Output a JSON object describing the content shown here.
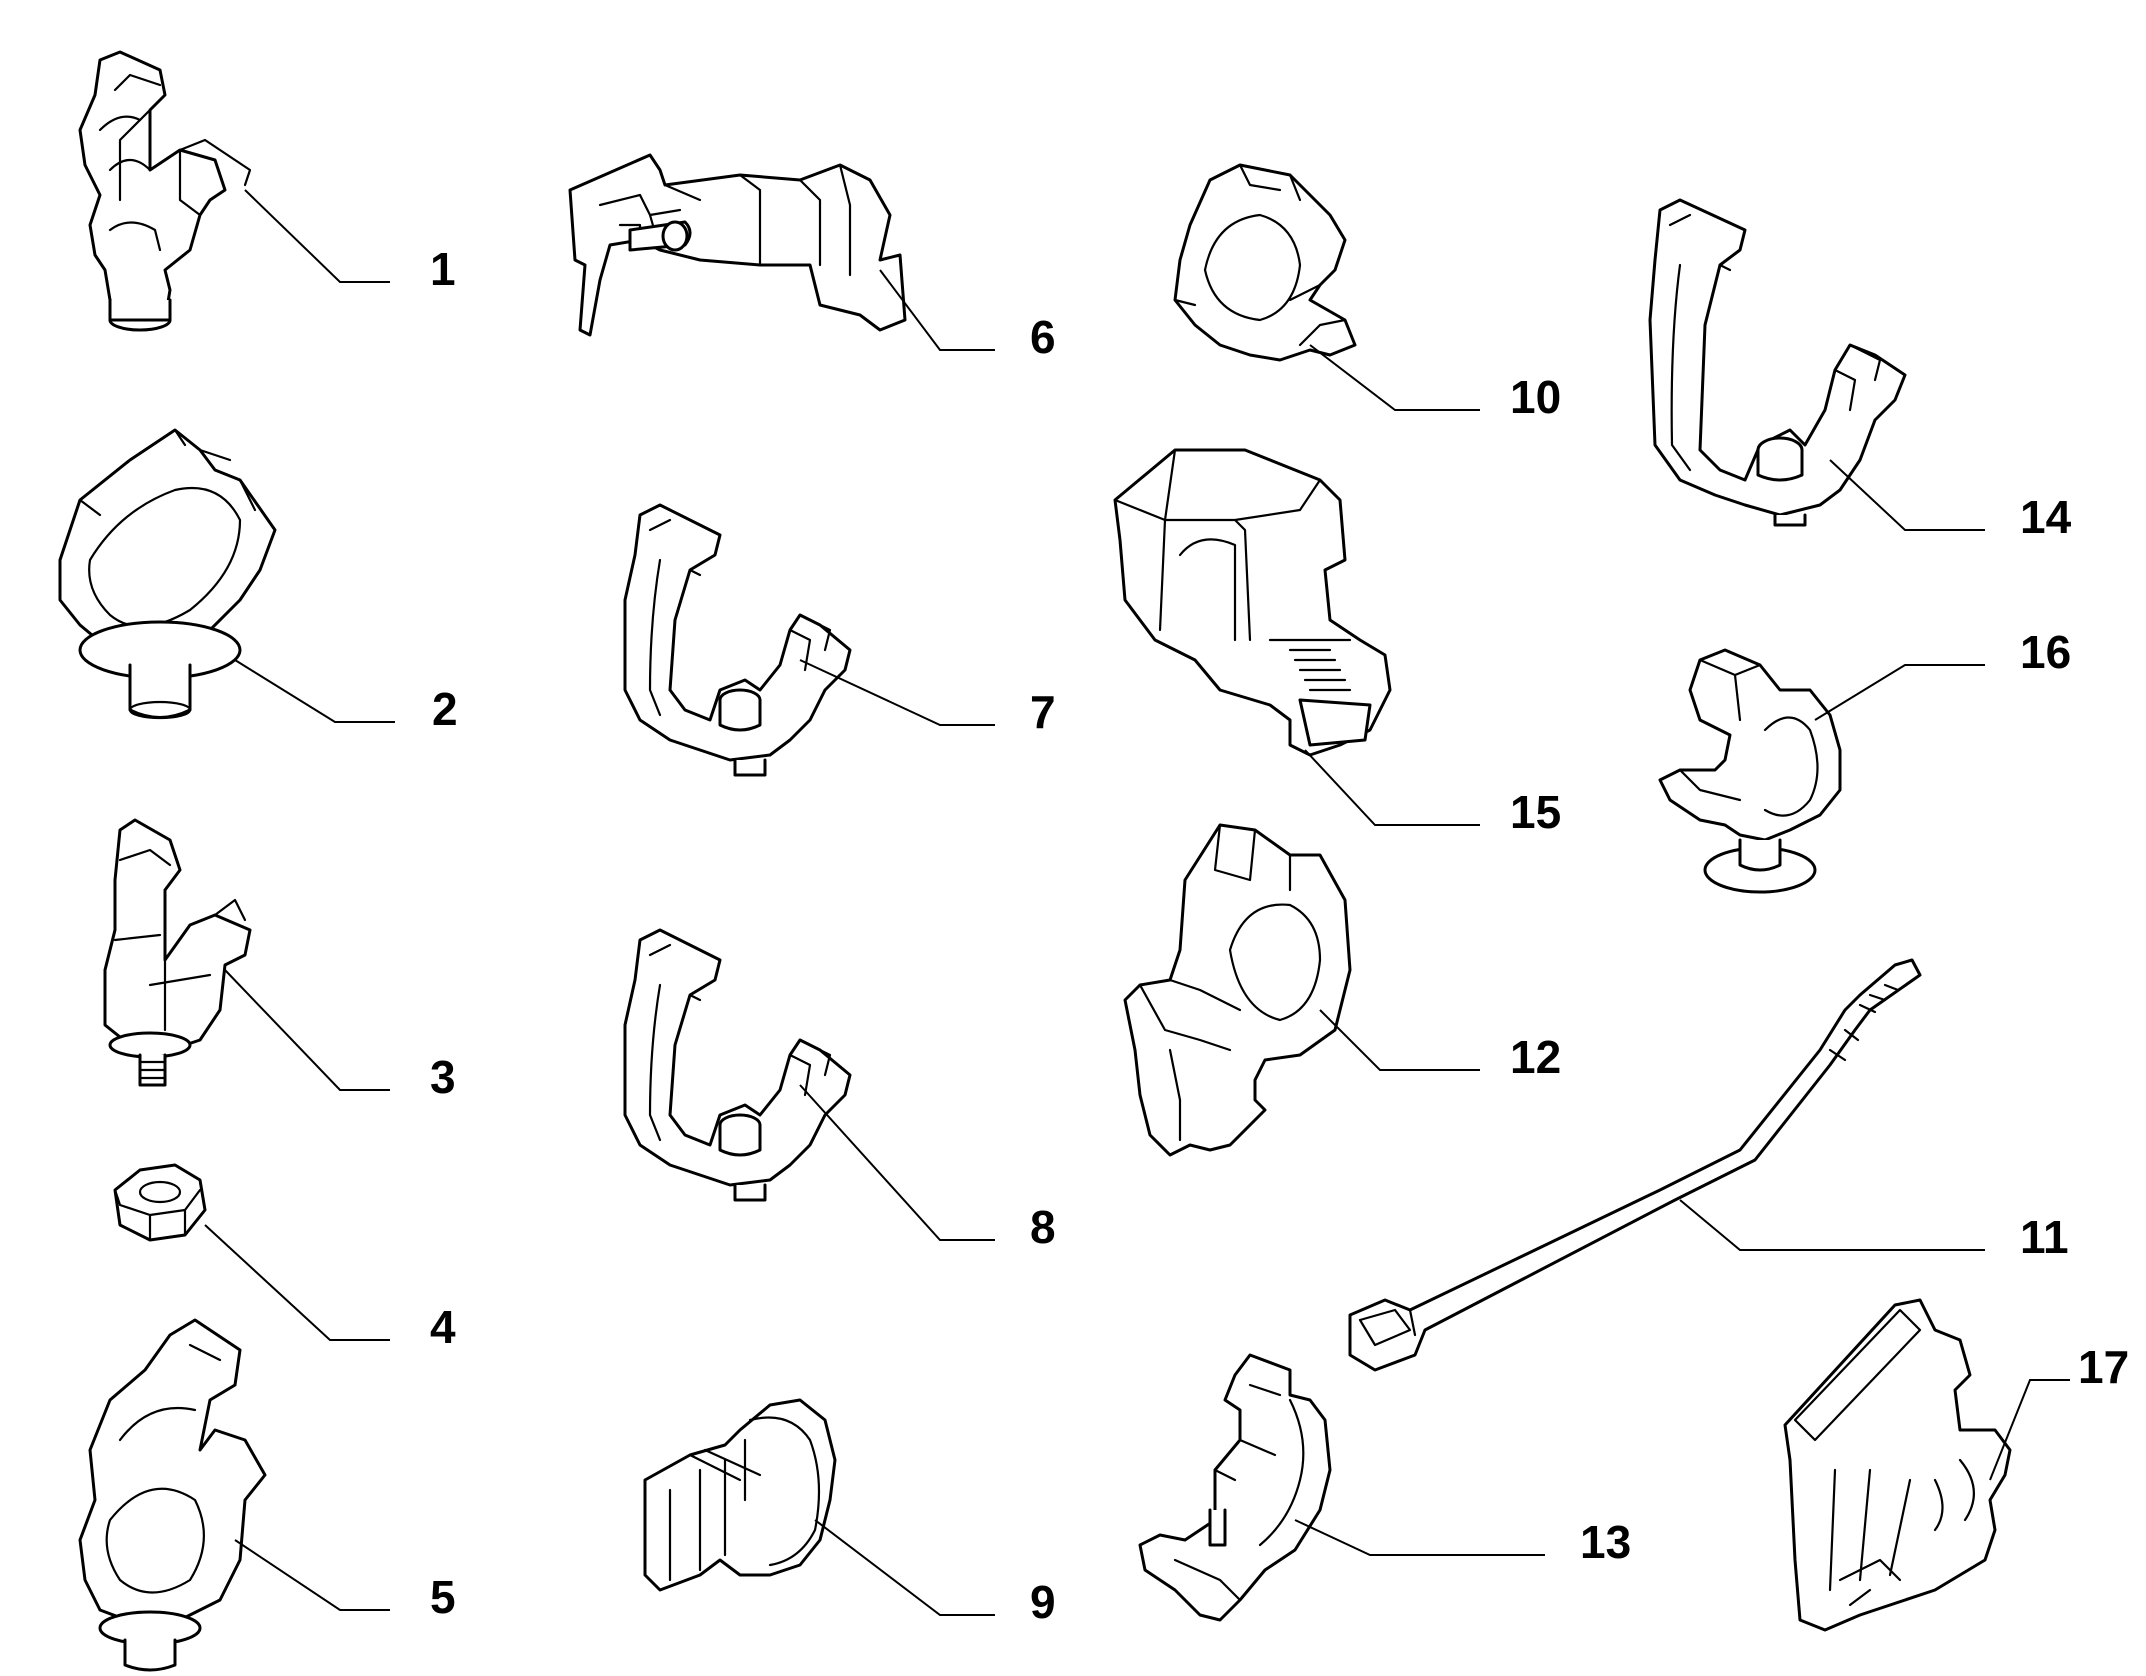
{
  "diagram": {
    "line_color": "#000000",
    "background": "#ffffff",
    "parts": [
      {
        "id": "1",
        "label": "1",
        "icon": "pipe-clip-stud-icon"
      },
      {
        "id": "2",
        "label": "2",
        "icon": "pipe-clip-round-base-icon"
      },
      {
        "id": "3",
        "label": "3",
        "icon": "pipe-clip-threaded-stud-icon"
      },
      {
        "id": "4",
        "label": "4",
        "icon": "hex-nut-icon"
      },
      {
        "id": "5",
        "label": "5",
        "icon": "double-pipe-clip-icon"
      },
      {
        "id": "6",
        "label": "6",
        "icon": "wide-bracket-clip-icon"
      },
      {
        "id": "7",
        "label": "7",
        "icon": "u-clamp-icon"
      },
      {
        "id": "8",
        "label": "8",
        "icon": "u-clamp-icon"
      },
      {
        "id": "9",
        "label": "9",
        "icon": "c-clip-icon"
      },
      {
        "id": "10",
        "label": "10",
        "icon": "ring-clip-icon"
      },
      {
        "id": "11",
        "label": "11",
        "icon": "cable-tie-icon"
      },
      {
        "id": "12",
        "label": "12",
        "icon": "double-ring-clip-icon"
      },
      {
        "id": "13",
        "label": "13",
        "icon": "curved-clip-icon"
      },
      {
        "id": "14",
        "label": "14",
        "icon": "u-clamp-icon"
      },
      {
        "id": "15",
        "label": "15",
        "icon": "box-clip-icon"
      },
      {
        "id": "16",
        "label": "16",
        "icon": "ring-clip-button-base-icon"
      },
      {
        "id": "17",
        "label": "17",
        "icon": "multi-slot-clip-icon"
      }
    ]
  }
}
